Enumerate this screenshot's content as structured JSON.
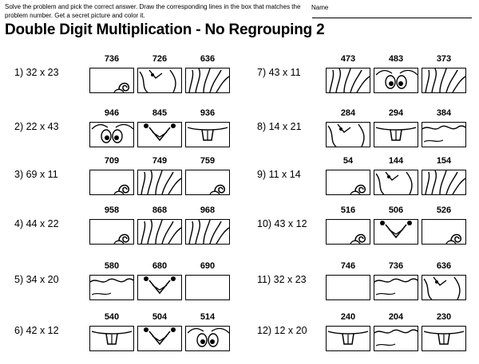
{
  "instructions": "Solve the problem and pick the correct answer. Draw the corresponding lines in the box that matches the problem number. Get a secret picture and color it.",
  "name_label": "Name",
  "title": "Double Digit Multiplication - No Regrouping 2",
  "problems": [
    {
      "label": "1) 32 x 23",
      "choices": [
        {
          "value": "736",
          "art": "swirl"
        },
        {
          "value": "726",
          "art": "bird"
        },
        {
          "value": "636",
          "art": "grass"
        }
      ]
    },
    {
      "label": "2) 22 x 43",
      "choices": [
        {
          "value": "946",
          "art": "eyes"
        },
        {
          "value": "845",
          "art": "beak"
        },
        {
          "value": "936",
          "art": "tooth"
        }
      ]
    },
    {
      "label": "3) 69 x 11",
      "choices": [
        {
          "value": "709",
          "art": "swirl"
        },
        {
          "value": "749",
          "art": "grass"
        },
        {
          "value": "759",
          "art": "swirl"
        }
      ]
    },
    {
      "label": "4) 44 x 22",
      "choices": [
        {
          "value": "958",
          "art": "swirl"
        },
        {
          "value": "868",
          "art": "grass"
        },
        {
          "value": "968",
          "art": "grass"
        }
      ]
    },
    {
      "label": "5) 34 x 20",
      "choices": [
        {
          "value": "580",
          "art": "wave"
        },
        {
          "value": "680",
          "art": "beak"
        },
        {
          "value": "690",
          "art": "blank"
        }
      ]
    },
    {
      "label": "6) 42 x 12",
      "choices": [
        {
          "value": "540",
          "art": "tooth"
        },
        {
          "value": "504",
          "art": "beak"
        },
        {
          "value": "514",
          "art": "eyes"
        }
      ]
    },
    {
      "label": "7) 43 x 11",
      "choices": [
        {
          "value": "473",
          "art": "grass"
        },
        {
          "value": "483",
          "art": "eyes"
        },
        {
          "value": "373",
          "art": "grass"
        }
      ]
    },
    {
      "label": "8) 14 x 21",
      "choices": [
        {
          "value": "284",
          "art": "bird"
        },
        {
          "value": "294",
          "art": "tooth"
        },
        {
          "value": "384",
          "art": "wave"
        }
      ]
    },
    {
      "label": "9) 11 x 14",
      "choices": [
        {
          "value": "54",
          "art": "swirl"
        },
        {
          "value": "144",
          "art": "bird"
        },
        {
          "value": "154",
          "art": "grass"
        }
      ]
    },
    {
      "label": "10) 43 x 12",
      "choices": [
        {
          "value": "516",
          "art": "swirl"
        },
        {
          "value": "506",
          "art": "beak"
        },
        {
          "value": "526",
          "art": "swirl"
        }
      ]
    },
    {
      "label": "11) 32 x 23",
      "choices": [
        {
          "value": "746",
          "art": "blank"
        },
        {
          "value": "736",
          "art": "wave"
        },
        {
          "value": "636",
          "art": "bird"
        }
      ]
    },
    {
      "label": "12) 12 x 20",
      "choices": [
        {
          "value": "240",
          "art": "tooth"
        },
        {
          "value": "204",
          "art": "wave"
        },
        {
          "value": "230",
          "art": "tooth"
        }
      ]
    }
  ]
}
